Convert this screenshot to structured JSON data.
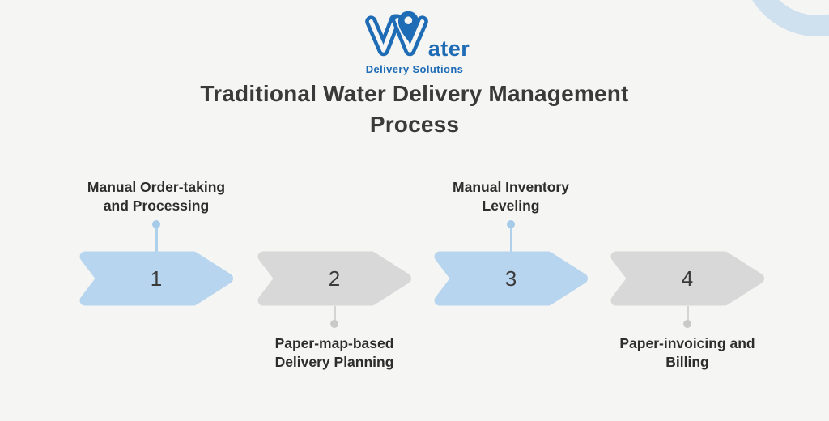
{
  "logo": {
    "wordmark_rest": "ater",
    "tagline": "Delivery Solutions"
  },
  "title": {
    "line1": "Traditional Water Delivery Management",
    "line2": "Process"
  },
  "steps": [
    {
      "number": "1",
      "label_line1": "Manual Order-taking",
      "label_line2": "and Processing",
      "label_position": "above",
      "highlighted": true
    },
    {
      "number": "2",
      "label_line1": "Paper-map-based",
      "label_line2": "Delivery Planning",
      "label_position": "below",
      "highlighted": false
    },
    {
      "number": "3",
      "label_line1": "Manual Inventory",
      "label_line2": "Leveling",
      "label_position": "above",
      "highlighted": true
    },
    {
      "number": "4",
      "label_line1": "Paper-invoicing and",
      "label_line2": "Billing",
      "label_position": "below",
      "highlighted": false
    }
  ],
  "colors": {
    "bg": "#f5f5f3",
    "brand-blue": "#1e6cb5",
    "step-active": "#b8d5ef",
    "step-inactive": "#d8d8d8",
    "connector-blue": "#a6cbe9",
    "connector-blue-line": "#aed0eb",
    "connector-gray": "#c9c9c9",
    "connector-gray-line": "#d4d4d4",
    "title-text": "#3a3a3a",
    "label-text": "#2d2d2d",
    "number-text": "#3a3a3a",
    "arc-decoration": "#cfe0ee"
  }
}
